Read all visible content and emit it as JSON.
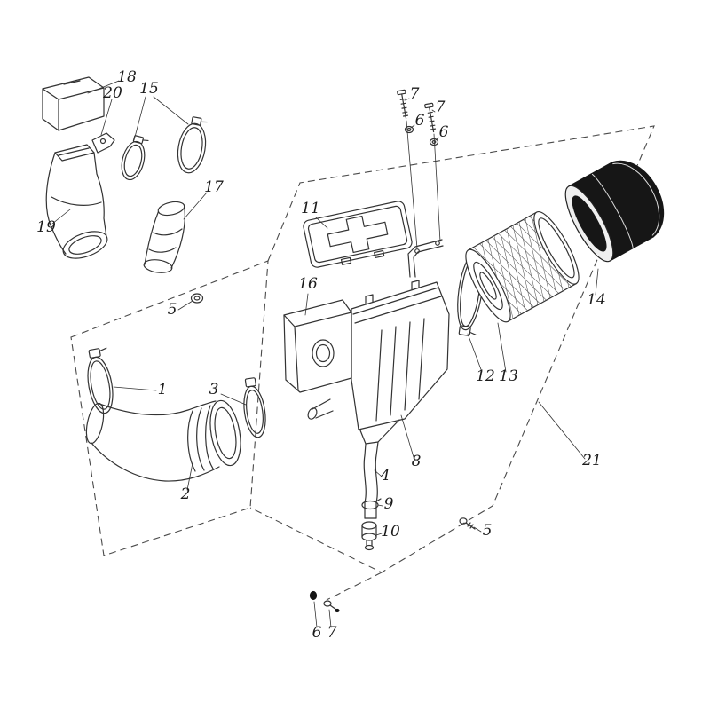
{
  "diagram_type": "exploded-parts-diagram",
  "colors": {
    "line": "#333333",
    "dash": "#4a4a4a",
    "dark_part": "#161616",
    "callout_text": "#1b1b1b",
    "background": "#ffffff"
  },
  "callouts": [
    {
      "text": "18"
    },
    {
      "text": "20"
    },
    {
      "text": "15"
    },
    {
      "text": "17"
    },
    {
      "text": "19"
    },
    {
      "text": "5"
    },
    {
      "text": "11"
    },
    {
      "text": "7"
    },
    {
      "text": "6"
    },
    {
      "text": "7"
    },
    {
      "text": "6"
    },
    {
      "text": "16"
    },
    {
      "text": "1"
    },
    {
      "text": "3"
    },
    {
      "text": "2"
    },
    {
      "text": "8"
    },
    {
      "text": "4"
    },
    {
      "text": "9"
    },
    {
      "text": "10"
    },
    {
      "text": "12"
    },
    {
      "text": "13"
    },
    {
      "text": "14"
    },
    {
      "text": "21"
    },
    {
      "text": "5"
    },
    {
      "text": "6"
    },
    {
      "text": "7"
    }
  ]
}
